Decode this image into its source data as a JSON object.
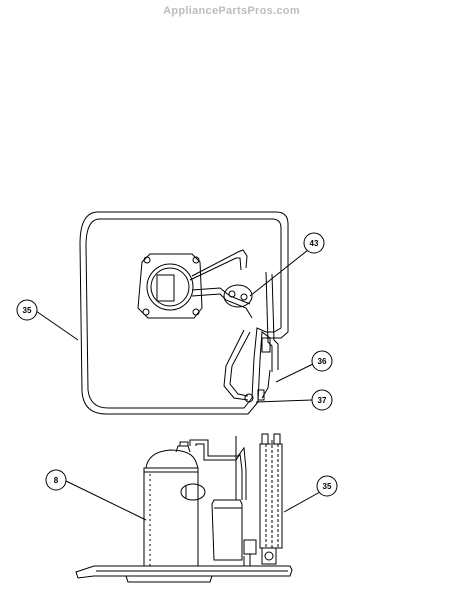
{
  "watermark": "AppliancePartsPros.com",
  "callouts": {
    "c43": "43",
    "c35_top": "35",
    "c36": "36",
    "c37": "37",
    "c8": "8",
    "c35_bottom": "35"
  }
}
